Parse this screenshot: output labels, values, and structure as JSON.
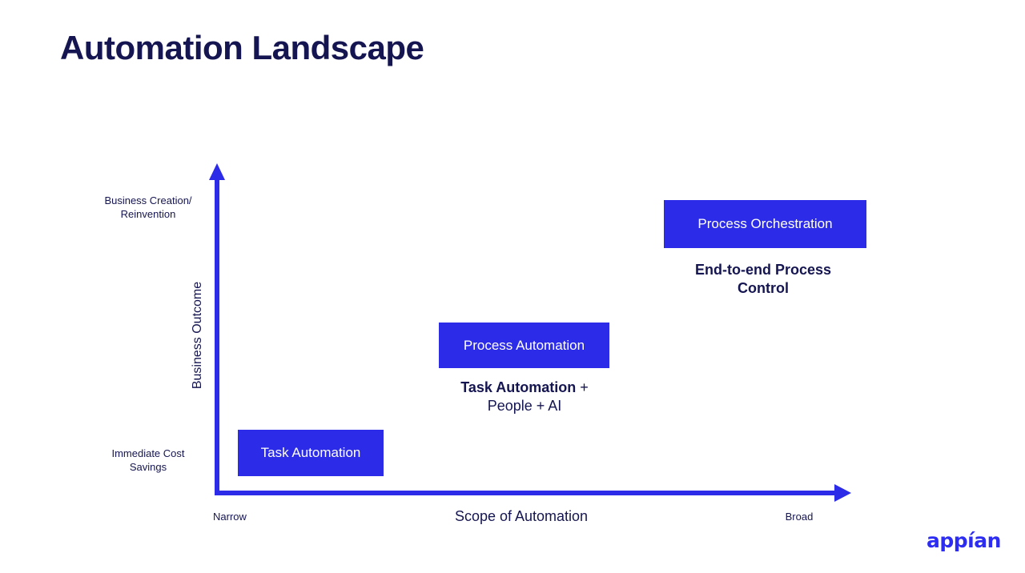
{
  "slide": {
    "title": "Automation Landscape",
    "logo_text": "appían"
  },
  "colors": {
    "accent_blue": "#2B2BE8",
    "navy": "#151551"
  },
  "chart": {
    "y_axis": {
      "title": "Business Outcome",
      "top_label": "Business Creation/\nReinvention",
      "bottom_label": "Immediate Cost\nSavings"
    },
    "x_axis": {
      "title": "Scope of Automation",
      "left_label": "Narrow",
      "right_label": "Broad"
    },
    "boxes": [
      {
        "label": "Task Automation"
      },
      {
        "label": "Process Automation",
        "subtitle_bold": "Task Automation",
        "subtitle_regular": " +\nPeople + AI"
      },
      {
        "label": "Process Orchestration",
        "subtitle_bold": "End-to-end Process\nControl"
      }
    ]
  }
}
